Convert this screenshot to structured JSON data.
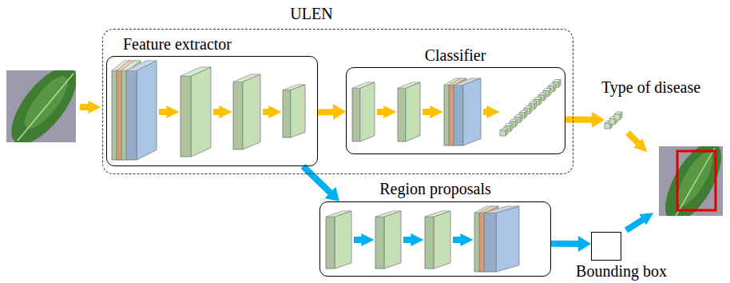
{
  "diagram": {
    "nodes": [
      {
        "text": [
          "ULEN"
        ]
      },
      {
        "text": [
          "Feature extractor"
        ],
        "in": 0
      },
      {
        "text": [
          "Classifier"
        ],
        "in": 0
      },
      {
        "text": [
          "Region proposals"
        ]
      },
      {
        "text": [
          "Type of disease"
        ]
      },
      {
        "text": [
          "Bounding box"
        ]
      }
    ],
    "edges": [
      {
        "from": 1,
        "to": 2,
        "arrow": "to"
      },
      {
        "from": 2,
        "to": 4,
        "arrow": "to"
      },
      {
        "from": 1,
        "to": 3,
        "arrow": "to"
      },
      {
        "from": 3,
        "to": 5,
        "arrow": "to"
      }
    ]
  }
}
